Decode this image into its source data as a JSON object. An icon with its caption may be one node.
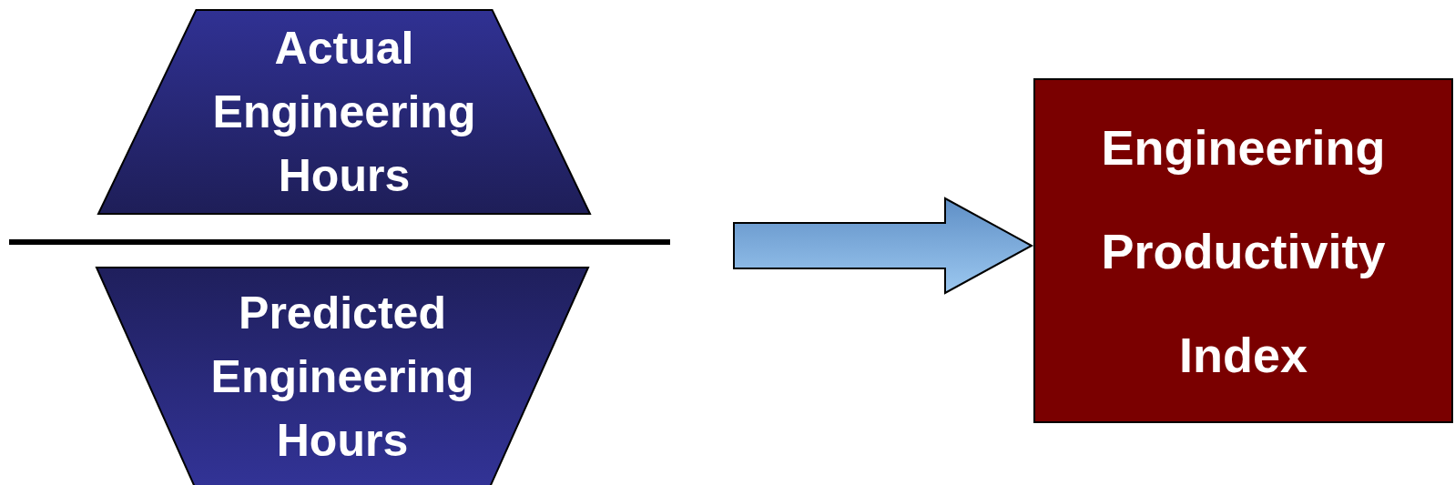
{
  "diagram": {
    "nodes": [
      {
        "text": [
          "Actual Engineering Hours"
        ]
      },
      {
        "text": [
          "Predicted Engineering Hours"
        ]
      },
      {
        "text": [
          "Engineering Productivity Index"
        ]
      }
    ],
    "edges": [
      {
        "from": null,
        "to": 2,
        "arrow": "to"
      }
    ]
  }
}
